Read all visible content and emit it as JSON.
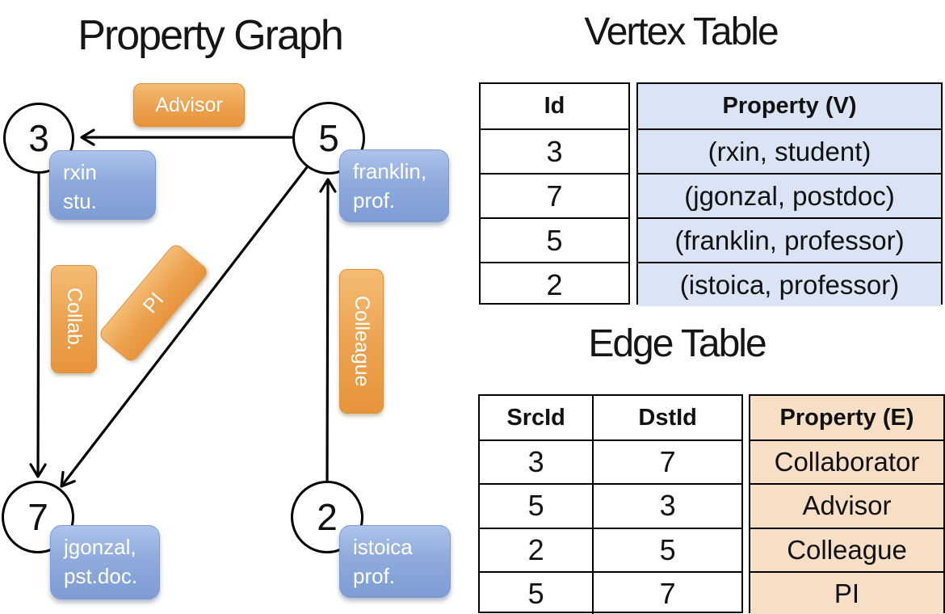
{
  "graph": {
    "title": "Property Graph",
    "nodes": [
      {
        "id": "3"
      },
      {
        "id": "5"
      },
      {
        "id": "7"
      },
      {
        "id": "2"
      }
    ],
    "edge_labels": {
      "advisor": "Advisor",
      "collab": "Collab.",
      "pi": "PI",
      "colleague": "Colleague"
    },
    "vertex_labels": {
      "rxin": {
        "line1": "rxin",
        "line2": "stu."
      },
      "franklin": {
        "line1": "franklin,",
        "line2": "prof."
      },
      "jgonzal": {
        "line1": "jgonzal,",
        "line2": "pst.doc."
      },
      "istoica": {
        "line1": "istoica",
        "line2": "prof."
      }
    }
  },
  "vertex_table": {
    "title": "Vertex Table",
    "columns": {
      "id": "Id",
      "property": "Property (V)"
    },
    "rows": [
      {
        "id": "3",
        "property": "(rxin, student)"
      },
      {
        "id": "7",
        "property": "(jgonzal, postdoc)"
      },
      {
        "id": "5",
        "property": "(franklin, professor)"
      },
      {
        "id": "2",
        "property": "(istoica, professor)"
      }
    ]
  },
  "edge_table": {
    "title": "Edge Table",
    "columns": {
      "src": "SrcId",
      "dst": "DstId",
      "property": "Property (E)"
    },
    "rows": [
      {
        "src": "3",
        "dst": "7",
        "property": "Collaborator"
      },
      {
        "src": "5",
        "dst": "3",
        "property": "Advisor"
      },
      {
        "src": "2",
        "dst": "5",
        "property": "Colleague"
      },
      {
        "src": "5",
        "dst": "7",
        "property": "PI"
      }
    ]
  },
  "colors": {
    "edge_label_orange": "#ECA14E",
    "vertex_label_blue": "#8FABDC",
    "vertex_table_fill": "#DBE4F4",
    "edge_table_fill": "#F6DFC5",
    "line_black": "#000000"
  }
}
